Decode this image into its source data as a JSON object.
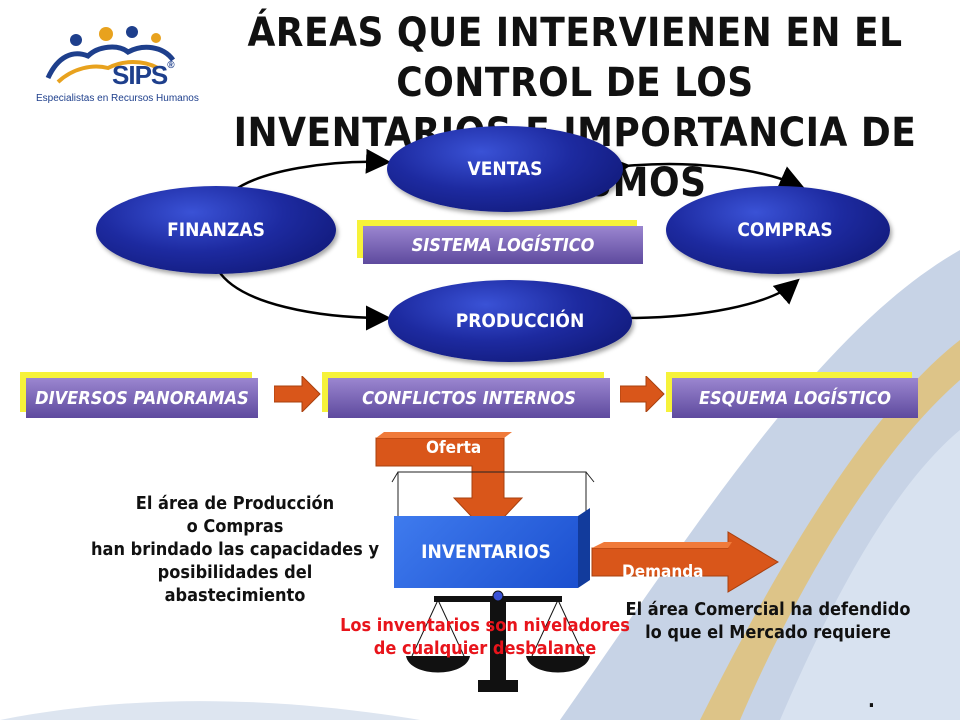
{
  "title": {
    "line1": "ÁREAS QUE INTERVIENEN EN EL CONTROL DE LOS",
    "line2": "INVENTARIOS E IMPORTANCIA DE LOS MISMOS"
  },
  "logo": {
    "name": "SIPS",
    "registered": "®",
    "tagline": "Especialistas en Recursos Humanos"
  },
  "cycle": {
    "ventas": "VENTAS",
    "finanzas": "FINANZAS",
    "compras": "COMPRAS",
    "produccion": "PRODUCCIÓN",
    "center": "SISTEMA LOGÍSTICO"
  },
  "flow": {
    "step1": "DIVERSOS PANORAMAS",
    "step2": "CONFLICTOS INTERNOS",
    "step3": "ESQUEMA LOGÍSTICO"
  },
  "balance": {
    "oferta": "Oferta",
    "demanda": "Demanda",
    "inventarios": "INVENTARIOS",
    "left_text": [
      "El área de Producción",
      "o Compras",
      "han brindado las capacidades y",
      "posibilidades del",
      "abastecimiento"
    ],
    "right_text": [
      "El área Comercial ha defendido",
      "lo que el Mercado requiere"
    ],
    "center_text": [
      "Los inventarios son niveladores",
      "de cualquier desbalance"
    ],
    "footnote": "."
  },
  "colors": {
    "ellipse_blue": "#1d2aa0",
    "tag_purple": "#7a65b8",
    "tag_shadow_yellow": "#f6f23a",
    "arrow_orange": "#d9561a",
    "inventory_blue": "#2a64e0",
    "red_text": "#e8141b"
  }
}
